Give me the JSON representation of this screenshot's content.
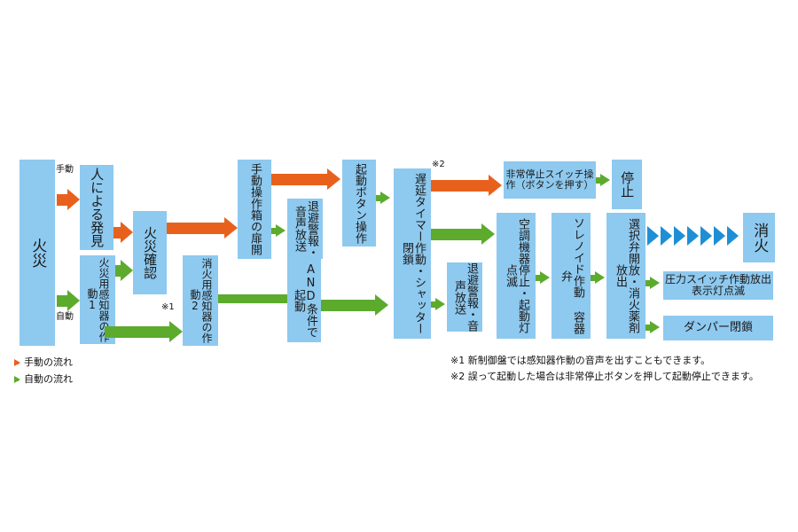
{
  "colors": {
    "box_fill": "#8ec9ef",
    "manual_arrow": "#e8611c",
    "auto_arrow": "#5cab2d",
    "chevron": "#1e8fd5",
    "text": "#1a1a1a",
    "background": "#ffffff"
  },
  "boxes": {
    "fire": "火災",
    "human_discovery": "人による発見",
    "fire_detector_1": "火災用感知器の作動1",
    "fire_confirm": "火災確認",
    "manual_box_door": "手動操作箱の扉開",
    "evac_alarm_broadcast_1": "退避警報・音声放送",
    "start_button": "起動ボタン操作",
    "extinguish_detector_2": "消火用感知器の作動2",
    "and_condition": "AND条件で起動",
    "delay_timer_shutter": "遅延タイマー作動・シャッター閉鎖",
    "evac_alarm_broadcast_2": "退避警報・音声放送",
    "emergency_stop_switch": "非常停止スイッチ操作（ボタンを押す）",
    "stop": "停止",
    "hvac_stop_lamp": "空調機器停止・起動灯点滅",
    "solenoid_container_valve": "ソレノイド作動 容器弁",
    "selector_valve_agent": "選択弁開放・消火薬剤放出",
    "pressure_switch_lamp": "圧力スイッチ作動放出表示灯点滅",
    "damper_close": "ダンパー閉鎖",
    "extinguished": "消火"
  },
  "inline_labels": {
    "manual": "手動",
    "automatic": "自動",
    "note_mark_1": "※1",
    "note_mark_2": "※2"
  },
  "legend": {
    "manual_flow": "手動の流れ",
    "auto_flow": "自動の流れ"
  },
  "notes": {
    "note1": "※1 新制御盤では感知器作動の音声を出すこともできます。",
    "note2": "※2 誤って起動した場合は非常停止ボタンを押して起動停止できます。"
  },
  "chevron_count": 7
}
